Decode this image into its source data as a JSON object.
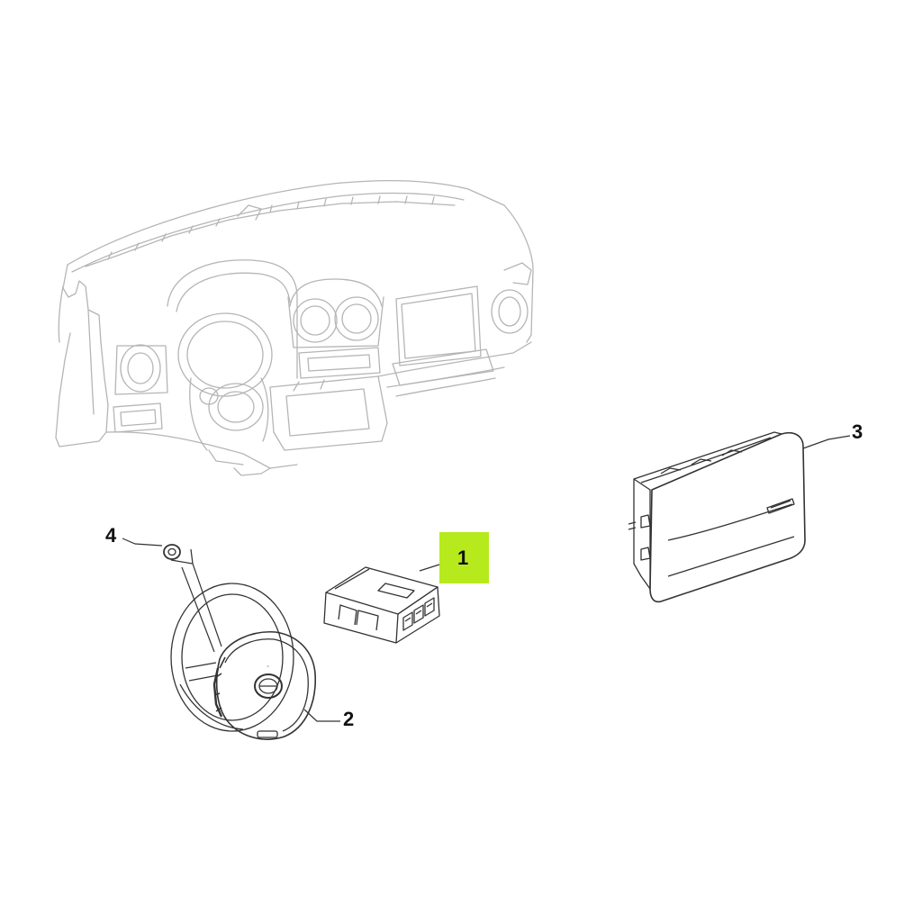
{
  "colors": {
    "background": "#ffffff",
    "dashboard_line": "#b5b5b5",
    "part_line": "#333333",
    "highlight": "#b6ea1c",
    "label_text": "#111111"
  },
  "callouts": {
    "part_1": "1",
    "part_2": "2",
    "part_3": "3",
    "part_4": "4"
  },
  "highlighted_callout": "1"
}
